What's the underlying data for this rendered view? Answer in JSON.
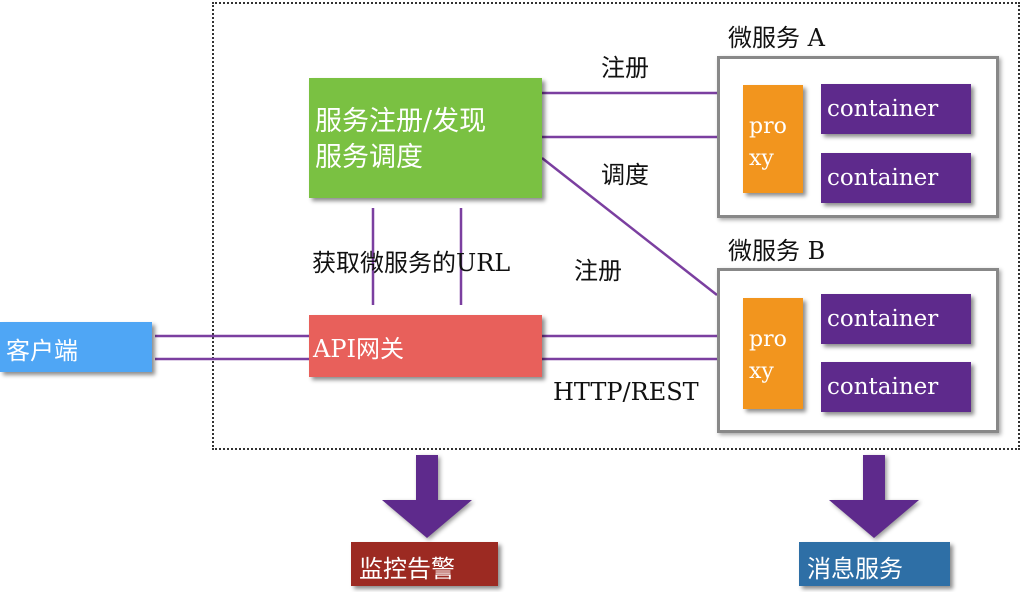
{
  "client": {
    "label": "客户端"
  },
  "registry": {
    "line1": "服务注册/发现",
    "line2": "服务调度"
  },
  "gateway": {
    "label": "API网关"
  },
  "edge_labels": {
    "register_a": "注册",
    "schedule": "调度",
    "register_b": "注册",
    "fetch_url": "获取微服务的URL",
    "http_rest": "HTTP/REST"
  },
  "services": [
    {
      "title": "微服务 A",
      "proxy": [
        "pro",
        "xy"
      ],
      "containers": [
        "container",
        "container"
      ]
    },
    {
      "title": "微服务 B",
      "proxy": [
        "pro",
        "xy"
      ],
      "containers": [
        "container",
        "container"
      ]
    }
  ],
  "outputs": {
    "monitoring": "监控告警",
    "messaging": "消息服务"
  },
  "colors": {
    "line": "#7b3fa0",
    "arrow": "#5e2a8c",
    "registry": "#7ac142",
    "gateway": "#e8605b",
    "client": "#4fa6f5",
    "proxy": "#f2951e",
    "container": "#5e2a8c",
    "monitoring": "#9c2a22",
    "messaging": "#2e6fa6"
  }
}
